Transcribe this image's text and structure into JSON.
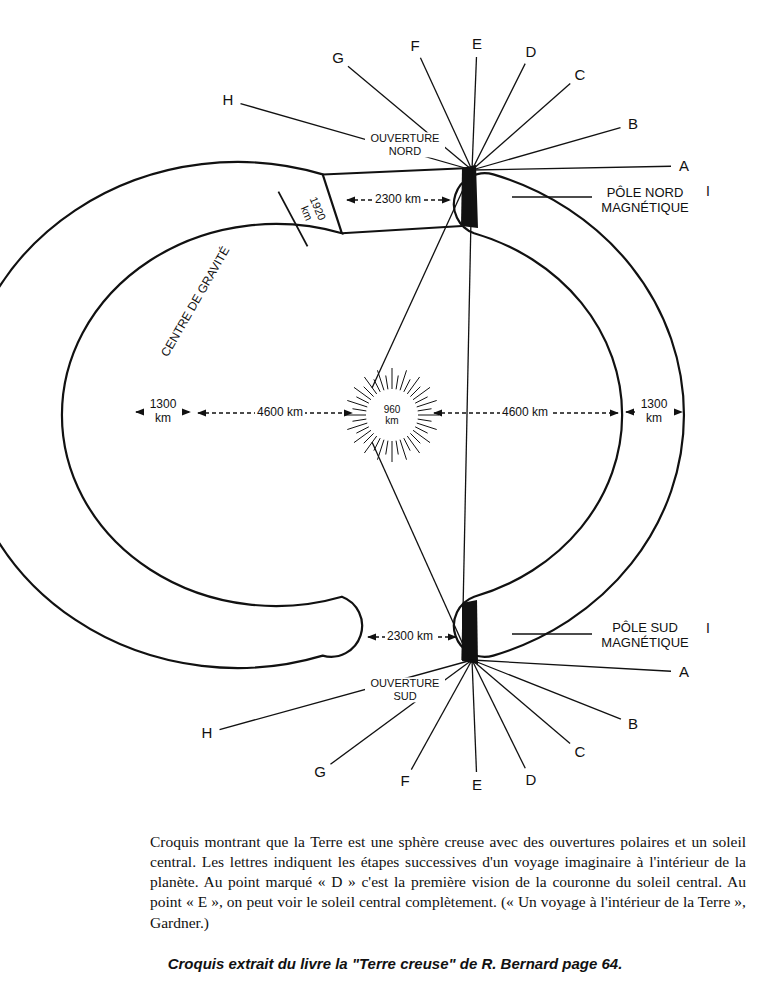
{
  "diagram": {
    "caption": "Croquis montrant que la Terre est une sphère creuse avec des ouvertures polaires et un soleil central. Les lettres indiquent les étapes successives d'un voyage imaginaire à l'intérieur de la planète. Au point marqué « D » c'est la première vision de la couronne du soleil central. Au point « E », on peut voir le soleil central complètement. (« Un voyage à l'intérieur de la Terre », Gardner.)",
    "nodes": [
      {
        "text": [
          "960 km"
        ]
      }
    ],
    "labels": [
      "G",
      "F",
      "E",
      "D",
      "C",
      "H",
      "B",
      "OUVERTURE NORD",
      "A",
      "1920 km",
      "2300 km",
      "PÔLE NORD MAGNÉTIQUE",
      "I",
      "CENTRE DE GRAVITÉ",
      "1300 km",
      "4600 km",
      "4600 km",
      "1300 km",
      "2300 km",
      "PÔLE SUD MAGNÉTIQUE",
      "I",
      "A",
      "OUVERTURE SUD",
      "B",
      "H",
      "C",
      "G",
      "F",
      "E",
      "D",
      "Croquis extrait du livre la \"Terre creuse\" de R. Bernard page 64."
    ]
  }
}
